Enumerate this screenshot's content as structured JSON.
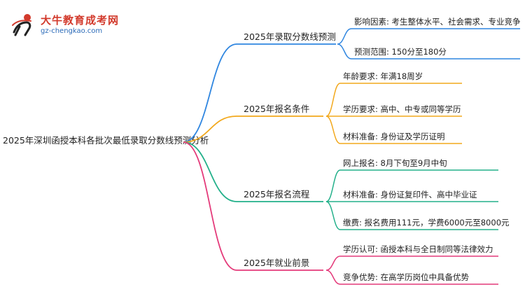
{
  "logo": {
    "name": "大牛教育成考网",
    "url": "gz-chengkao.com"
  },
  "root": {
    "label": "2025年深圳函授本科各批次最低录取分数线预测分析"
  },
  "branches": [
    {
      "label": "2025年录取分数线预测",
      "color": "#2f86e0",
      "leaves": [
        "影响因素: 考生整体水平、社会需求、专业竞争",
        "预测范围: 150分至180分"
      ]
    },
    {
      "label": "2025年报名条件",
      "color": "#f2a81c",
      "leaves": [
        "年龄要求: 年满18周岁",
        "学历要求: 高中、中专或同等学历",
        "材料准备: 身份证及学历证明"
      ]
    },
    {
      "label": "2025年报名流程",
      "color": "#23b08a",
      "leaves": [
        "网上报名: 8月下旬至9月中旬",
        "材料准备: 身份证复印件、高中毕业证",
        "缴费: 报名费用111元，学费6000元至8000元"
      ]
    },
    {
      "label": "2025年就业前景",
      "color": "#e43a7a",
      "leaves": [
        "学历认可: 函授本科与全日制同等法律效力",
        "竞争优势: 在高学历岗位中具备优势"
      ]
    }
  ]
}
